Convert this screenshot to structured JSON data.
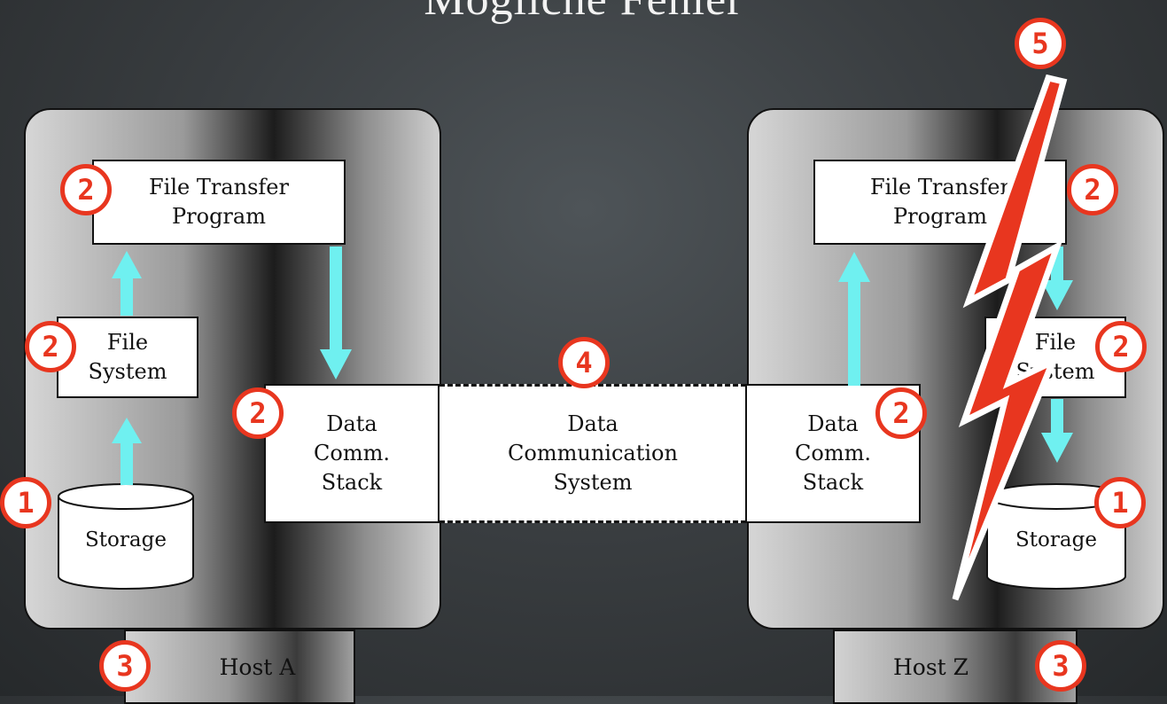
{
  "title": "Mögliche Fehler",
  "host_a": {
    "label": "Host A",
    "ftp": "File Transfer\nProgram",
    "fs": "File\nSystem",
    "dcs": "Data\nComm.\nStack",
    "storage": "Storage"
  },
  "host_z": {
    "label": "Host Z",
    "ftp": "File Transfer\nProgram",
    "fs": "File\nSystem",
    "dcs": "Data\nComm.\nStack",
    "storage": "Storage"
  },
  "network": "Data\nCommunication\nSystem",
  "badges": {
    "storage": "1",
    "software": "2",
    "host": "3",
    "network": "4",
    "failure": "5"
  },
  "colors": {
    "arrow": "#6ff0f0",
    "badge": "#e8361f",
    "bolt_fill": "#e8361f",
    "bolt_outline": "#ffffff"
  }
}
